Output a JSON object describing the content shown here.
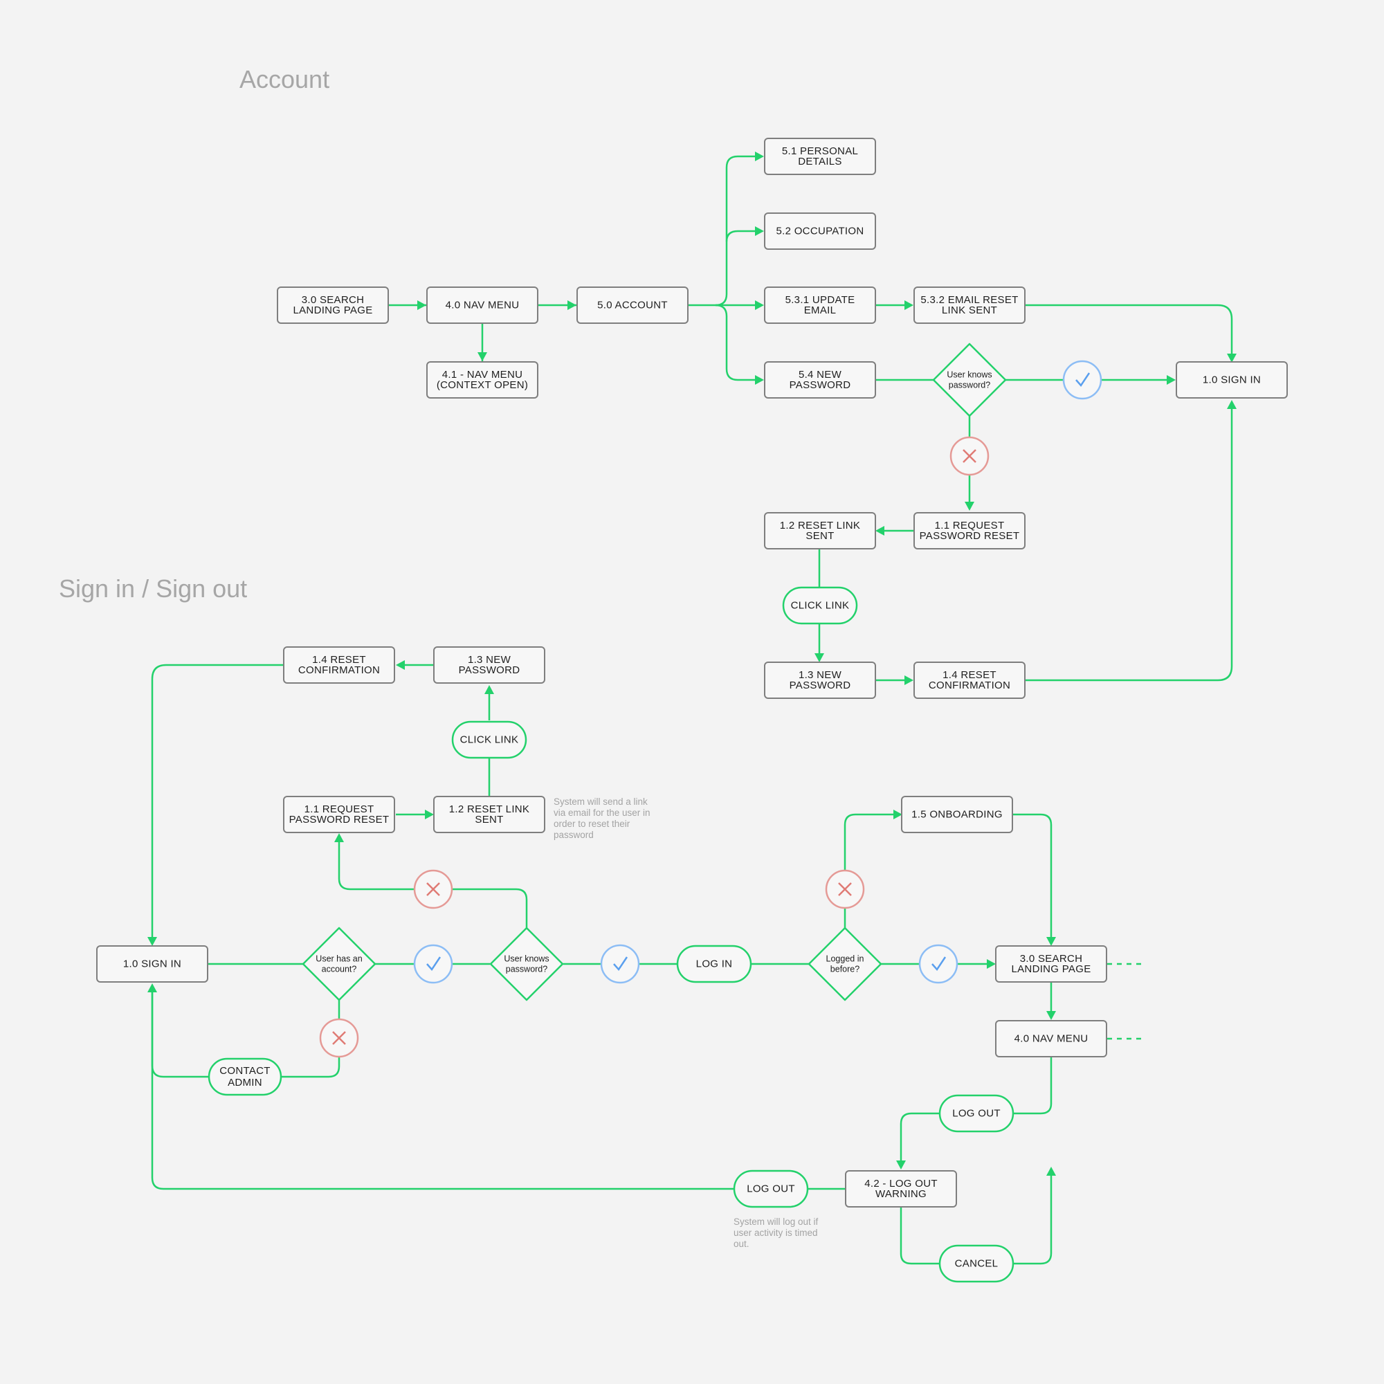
{
  "sections": {
    "account_title": "Account",
    "signin_title": "Sign in / Sign out"
  },
  "nodes": {
    "a_search": [
      "3.0 SEARCH",
      "LANDING PAGE"
    ],
    "a_nav": [
      "4.0 NAV MENU"
    ],
    "a_nav_ctx": [
      "4.1 - NAV MENU",
      "(CONTEXT OPEN)"
    ],
    "a_account": [
      "5.0 ACCOUNT"
    ],
    "a_personal": [
      "5.1 PERSONAL",
      "DETAILS"
    ],
    "a_occupation": [
      "5.2 OCCUPATION"
    ],
    "a_update_email": [
      "5.3.1 UPDATE",
      "EMAIL"
    ],
    "a_email_reset": [
      "5.3.2 EMAIL RESET",
      "LINK SENT"
    ],
    "a_new_pw": [
      "5.4 NEW",
      "PASSWORD"
    ],
    "a_user_knows": [
      "User knows",
      "password?"
    ],
    "a_signin": [
      "1.0 SIGN IN"
    ],
    "a_req_reset": [
      "1.1 REQUEST",
      "PASSWORD RESET"
    ],
    "a_reset_sent": [
      "1.2 RESET LINK",
      "SENT"
    ],
    "a_click_link": [
      "CLICK LINK"
    ],
    "a_new_pw2": [
      "1.3 NEW",
      "PASSWORD"
    ],
    "a_reset_conf": [
      "1.4 RESET",
      "CONFIRMATION"
    ],
    "s_reset_conf": [
      "1.4 RESET",
      "CONFIRMATION"
    ],
    "s_new_pw": [
      "1.3 NEW",
      "PASSWORD"
    ],
    "s_click_link": [
      "CLICK LINK"
    ],
    "s_req_reset": [
      "1.1 REQUEST",
      "PASSWORD RESET"
    ],
    "s_reset_sent": [
      "1.2 RESET LINK",
      "SENT"
    ],
    "s_signin": [
      "1.0 SIGN IN"
    ],
    "s_has_account": [
      "User has an",
      "account?"
    ],
    "s_knows_pw": [
      "User knows",
      "password?"
    ],
    "s_login": [
      "LOG IN"
    ],
    "s_logged_before": [
      "Logged in",
      "before?"
    ],
    "s_search": [
      "3.0 SEARCH",
      "LANDING PAGE"
    ],
    "s_onboarding": [
      "1.5 ONBOARDING"
    ],
    "s_nav": [
      "4.0 NAV MENU"
    ],
    "s_contact": [
      "CONTACT",
      "ADMIN"
    ],
    "s_logout_btn": [
      "LOG OUT"
    ],
    "s_logout_warn": [
      "4.2 - LOG OUT",
      "WARNING"
    ],
    "s_cancel": [
      "CANCEL"
    ],
    "s_logout_final": [
      "LOG OUT"
    ]
  },
  "notes": {
    "reset_link": [
      "System will send a link",
      "via email for the user in",
      "order to reset their",
      "password"
    ],
    "logout_timeout": [
      "System will log out if",
      "user activity is timed",
      "out."
    ]
  },
  "colors": {
    "connector": "#23d16b",
    "box_border": "#7e7e7e",
    "yes": "#5a9fee",
    "no": "#e07b75",
    "title": "#a6a6a6",
    "background": "#f3f3f3"
  }
}
